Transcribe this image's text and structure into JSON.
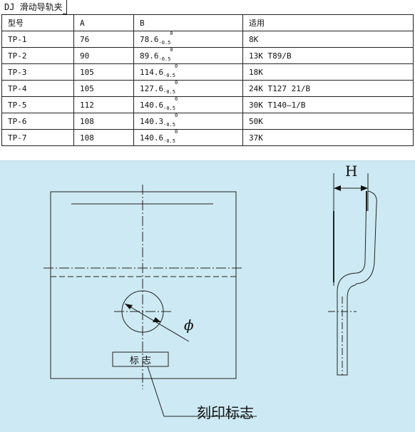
{
  "title": "DJ 滑动导轨夹",
  "table": {
    "headers": [
      "型号",
      "A",
      "B",
      "适用"
    ],
    "rows": [
      {
        "model": "TP-1",
        "a": "76",
        "b": "78.6",
        "fit": "8K"
      },
      {
        "model": "TP-2",
        "a": "90",
        "b": "89.6",
        "fit": "13K T89/B"
      },
      {
        "model": "TP-3",
        "a": "105",
        "b": "114.6",
        "fit": "18K"
      },
      {
        "model": "TP-4",
        "a": "105",
        "b": "127.6",
        "fit": "24K T127 21/B"
      },
      {
        "model": "TP-5",
        "a": "112",
        "b": "140.6",
        "fit": "30K T140—1/B"
      },
      {
        "model": "TP-6",
        "a": "108",
        "b": "140.3",
        "fit": "50K"
      },
      {
        "model": "TP-7",
        "a": "108",
        "b": "140.6",
        "fit": "37K"
      }
    ],
    "tolerance_lower": "-0.5",
    "tolerance_upper": "0"
  },
  "drawing": {
    "dimension_h": "H",
    "diameter_symbol": "ϕ",
    "mark_box_label": "标 志",
    "callout_label": "刻印标志",
    "background_color": "#cde9f3"
  }
}
